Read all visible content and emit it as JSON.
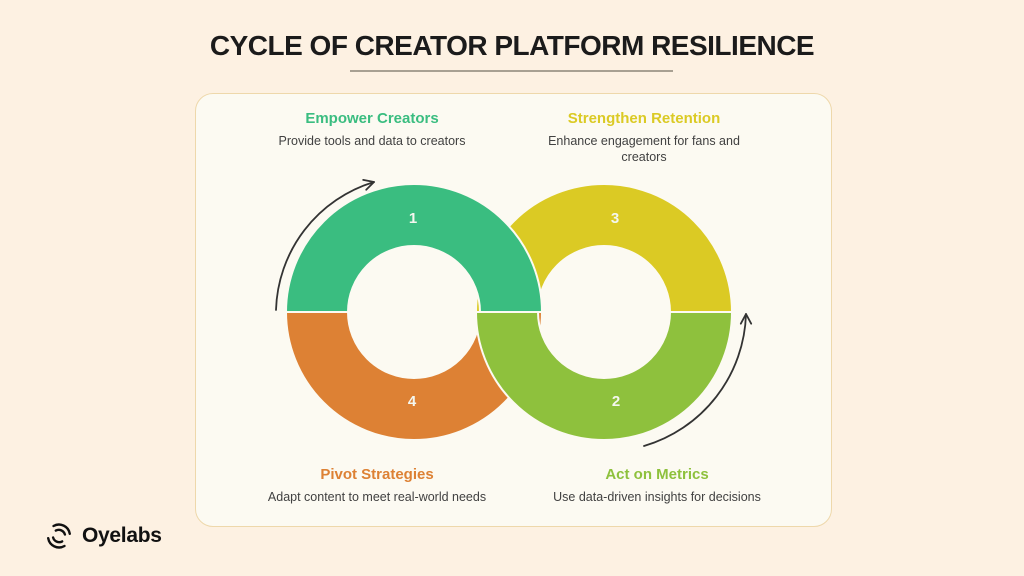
{
  "title": "CYCLE OF CREATOR PLATFORM RESILIENCE",
  "steps": [
    {
      "number": "1",
      "label": "Empower Creators",
      "description": "Provide tools and data to creators",
      "color": "#3abd80"
    },
    {
      "number": "2",
      "label": "Act on Metrics",
      "description": "Use data-driven insights for decisions",
      "color": "#8ec13d"
    },
    {
      "number": "3",
      "label": "Strengthen Retention",
      "description": "Enhance engagement for fans and creators",
      "color": "#dbca24"
    },
    {
      "number": "4",
      "label": "Pivot Strategies",
      "description": "Adapt content to meet real-world needs",
      "color": "#dd8134"
    }
  ],
  "colors": {
    "page_background": "#fdf1e2",
    "card_background": "#fcfaf2",
    "card_border": "#eed8ab",
    "title_text": "#1b1b1b",
    "body_text": "#414141",
    "number_text": "#f4f7ef",
    "arrow": "#333333",
    "title_underline": "#a8a092"
  },
  "logo": {
    "text": "Oyelabs",
    "icon": "cycle-swirl-icon",
    "color": "#111111"
  }
}
